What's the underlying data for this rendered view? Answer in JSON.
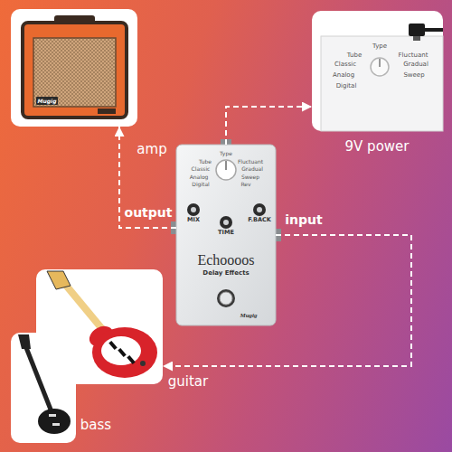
{
  "diagram": {
    "nodes": [
      {
        "text": [
          "amp",
          "Mugig"
        ]
      },
      {
        "text": [
          "9V power",
          "Type",
          "Tube",
          "Fluctuant",
          "Classic",
          "Gradual",
          "Analog",
          "Sweep",
          "Digital"
        ]
      },
      {
        "text": [
          "Type",
          "Tube",
          "Classic",
          "Analog",
          "Digital",
          "Fluctuant",
          "Gradual",
          "Sweep",
          "Rev",
          "MIX",
          "TIME",
          "F.BACK",
          "Echoooos",
          "Delay Effects",
          "Mugig"
        ]
      },
      {
        "text": [
          "guitar"
        ]
      },
      {
        "text": [
          "bass"
        ]
      }
    ],
    "edges": [
      {
        "from": 2,
        "to": 0,
        "arrow": "to",
        "label": "output"
      },
      {
        "from": 2,
        "to": 1,
        "arrow": "to"
      },
      {
        "from": 2,
        "to": 3,
        "arrow": "to",
        "label": "input"
      }
    ]
  }
}
